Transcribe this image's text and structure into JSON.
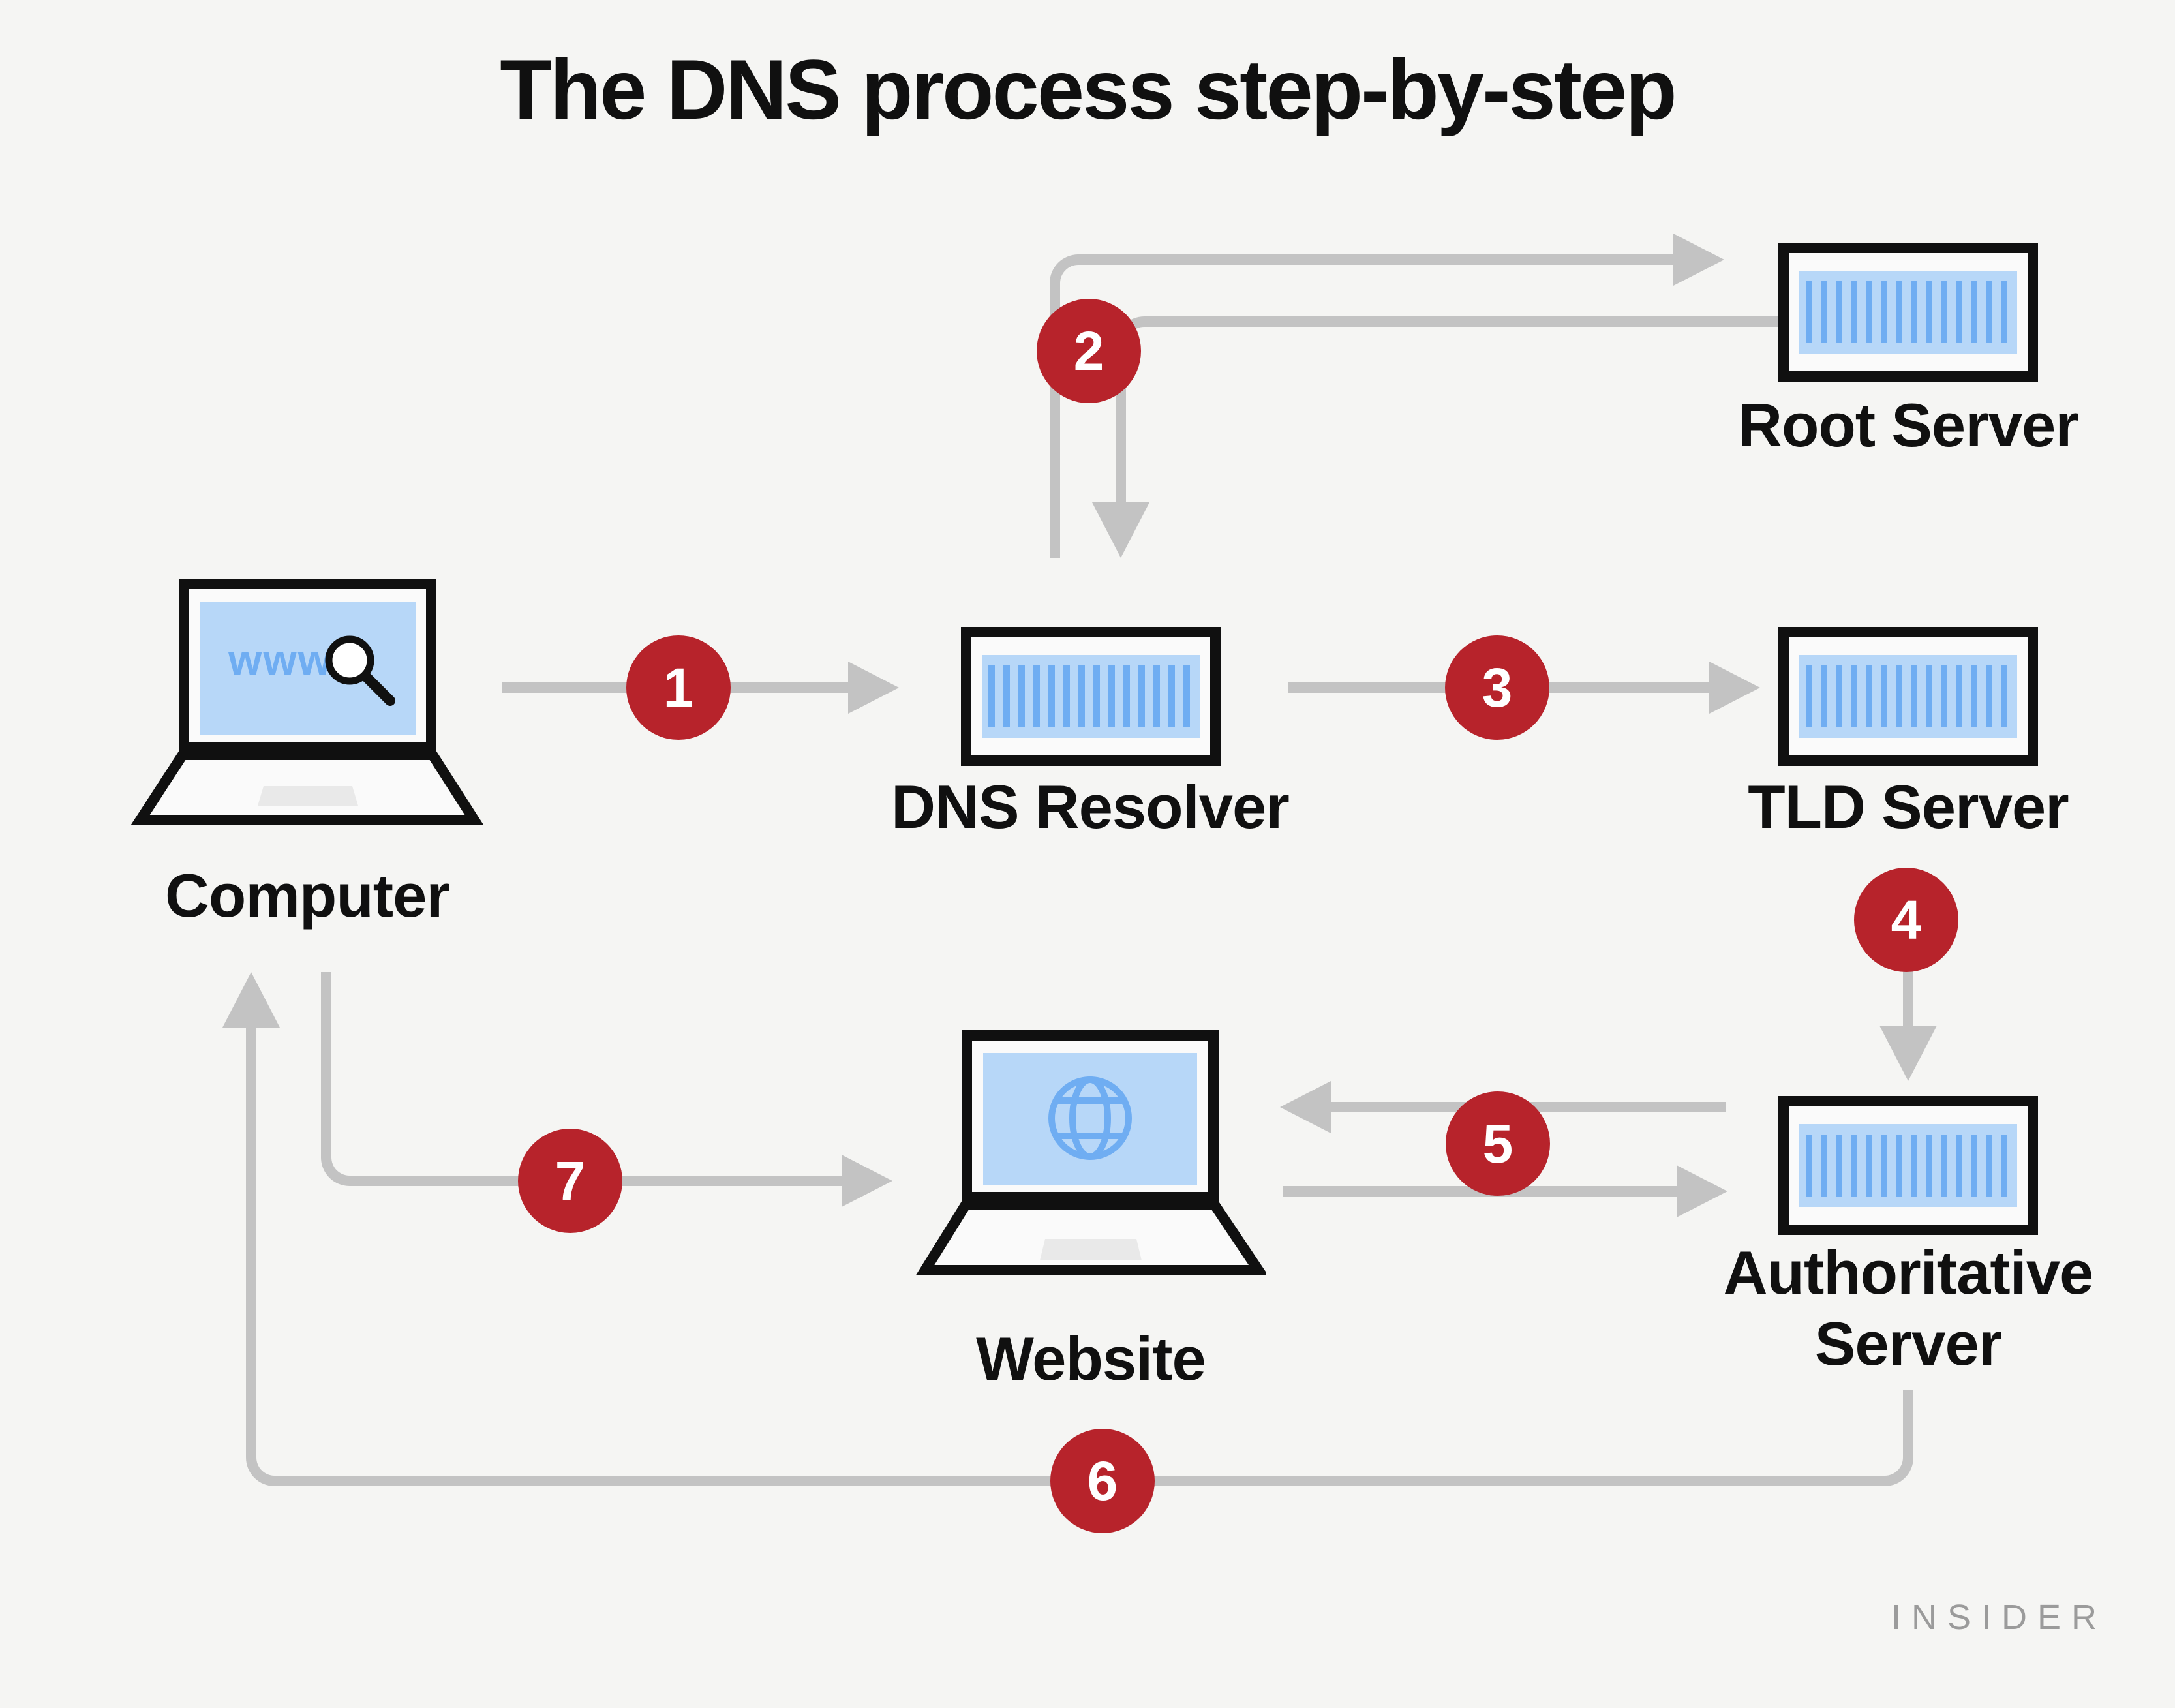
{
  "title": "The DNS process step-by-step",
  "brand": "INSIDER",
  "nodes": {
    "computer": {
      "label": "Computer",
      "screen_text": "www",
      "icon": "laptop-with-search"
    },
    "dns_resolver": {
      "label": "DNS Resolver",
      "icon": "server"
    },
    "root_server": {
      "label": "Root Server",
      "icon": "server"
    },
    "tld_server": {
      "label": "TLD Server",
      "icon": "server"
    },
    "authoritative_server": {
      "label_line1": "Authoritative",
      "label_line2": "Server",
      "icon": "server"
    },
    "website": {
      "label": "Website",
      "icon": "laptop-with-globe"
    }
  },
  "steps": [
    {
      "number": "1",
      "from": "Computer",
      "to": "DNS Resolver",
      "direction": "one-way"
    },
    {
      "number": "2",
      "from": "DNS Resolver",
      "to": "Root Server",
      "direction": "bidirectional"
    },
    {
      "number": "3",
      "from": "DNS Resolver",
      "to": "TLD Server",
      "direction": "one-way"
    },
    {
      "number": "4",
      "from": "TLD Server",
      "to": "Authoritative Server",
      "direction": "one-way"
    },
    {
      "number": "5",
      "from": "Website",
      "to": "Authoritative Server",
      "direction": "bidirectional"
    },
    {
      "number": "6",
      "from": "Authoritative Server",
      "to": "Computer",
      "direction": "one-way"
    },
    {
      "number": "7",
      "from": "Computer",
      "to": "Website",
      "direction": "one-way"
    }
  ],
  "colors": {
    "background": "#f5f5f3",
    "ink": "#101010",
    "step_red": "#b7232b",
    "arrow_gray": "#c3c3c3",
    "screen_blue": "#b7d7f8",
    "detail_blue": "#6fadf2",
    "device_fill": "#fafafa",
    "brand_gray": "#9b9b9b"
  }
}
